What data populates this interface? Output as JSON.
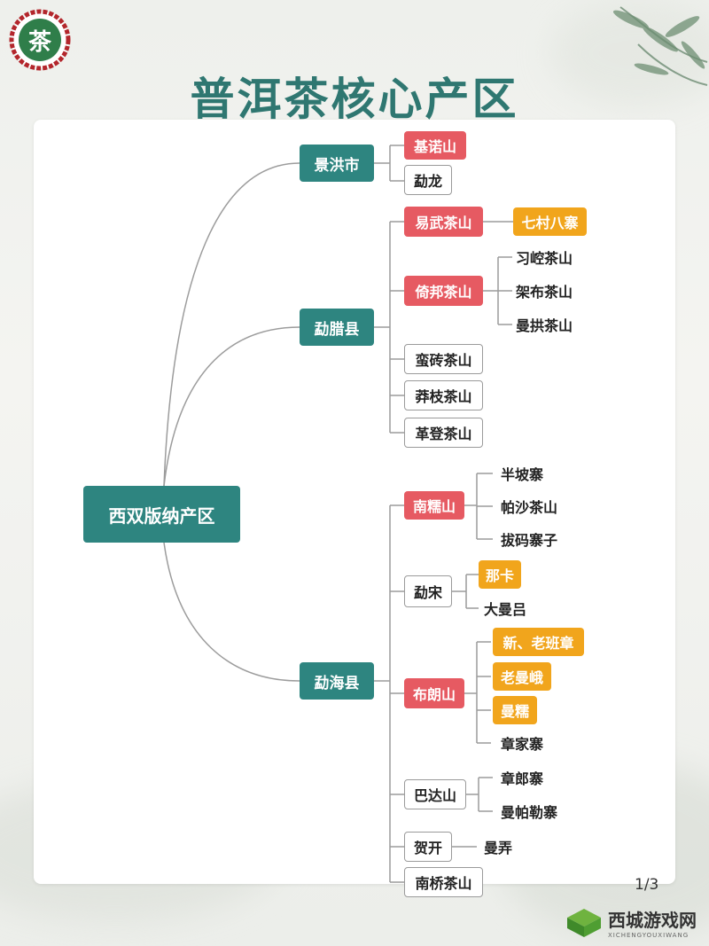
{
  "title": "普洱茶核心产区",
  "logo_text": "茶",
  "page_indicator": "1/3",
  "watermark": {
    "name": "西城游戏网",
    "sub": "XICHENGYOUXIWANG"
  },
  "colors": {
    "teal": "#2e8580",
    "red": "#e65a62",
    "orange": "#f1a51c"
  },
  "root": "西双版纳产区",
  "regions": [
    {
      "label": "景洪市",
      "children": [
        {
          "label": "基诺山"
        },
        {
          "label": "勐龙"
        }
      ]
    },
    {
      "label": "勐腊县",
      "children": [
        {
          "label": "易武茶山",
          "children": [
            {
              "label": "七村八寨"
            }
          ]
        },
        {
          "label": "倚邦茶山",
          "children": [
            {
              "label": "习崆茶山"
            },
            {
              "label": "架布茶山"
            },
            {
              "label": "曼拱茶山"
            }
          ]
        },
        {
          "label": "蛮砖茶山"
        },
        {
          "label": "莽枝茶山"
        },
        {
          "label": "革登茶山"
        }
      ]
    },
    {
      "label": "勐海县",
      "children": [
        {
          "label": "南糯山",
          "children": [
            {
              "label": "半坡寨"
            },
            {
              "label": "帕沙茶山"
            },
            {
              "label": "拔码寨子"
            }
          ]
        },
        {
          "label": "勐宋",
          "children": [
            {
              "label": "那卡"
            },
            {
              "label": "大曼吕"
            }
          ]
        },
        {
          "label": "布朗山",
          "children": [
            {
              "label": "新、老班章"
            },
            {
              "label": "老曼峨"
            },
            {
              "label": "曼糯"
            },
            {
              "label": "章家寨"
            }
          ]
        },
        {
          "label": "巴达山",
          "children": [
            {
              "label": "章郎寨"
            },
            {
              "label": "曼帕勒寨"
            }
          ]
        },
        {
          "label": "贺开",
          "children": [
            {
              "label": "曼弄"
            }
          ]
        },
        {
          "label": "南桥茶山"
        }
      ]
    }
  ]
}
